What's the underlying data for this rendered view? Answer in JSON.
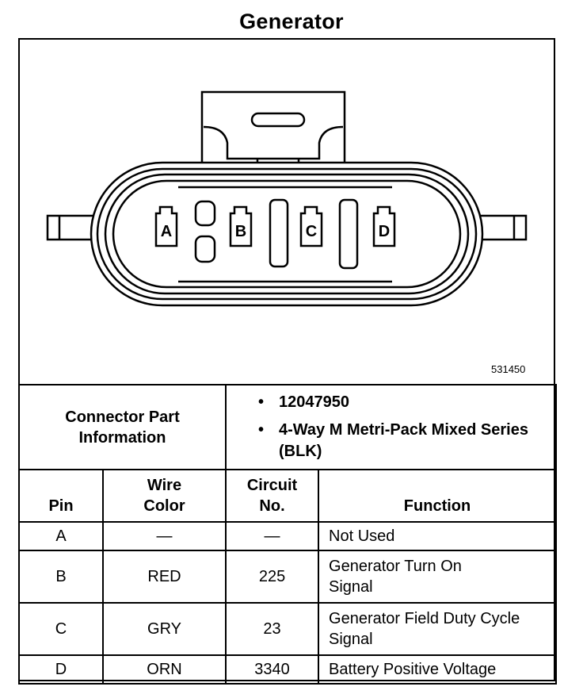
{
  "title": "Generator",
  "figure_number": "531450",
  "connector": {
    "label": "Connector Part Information",
    "details": [
      "12047950",
      "4-Way M Metri-Pack Mixed Series (BLK)"
    ]
  },
  "table": {
    "headers": [
      "Pin",
      "Wire Color",
      "Circuit No.",
      "Function"
    ],
    "rows": [
      {
        "pin": "A",
        "wire_color": "—",
        "circuit": "—",
        "function": "Not Used"
      },
      {
        "pin": "B",
        "wire_color": "RED",
        "circuit": "225",
        "function": "Generator Turn On Signal"
      },
      {
        "pin": "C",
        "wire_color": "GRY",
        "circuit": "23",
        "function": "Generator Field Duty Cycle Signal"
      },
      {
        "pin": "D",
        "wire_color": "ORN",
        "circuit": "3340",
        "function": "Battery Positive Voltage"
      }
    ]
  },
  "pins": {
    "a": "A",
    "b": "B",
    "c": "C",
    "d": "D"
  }
}
